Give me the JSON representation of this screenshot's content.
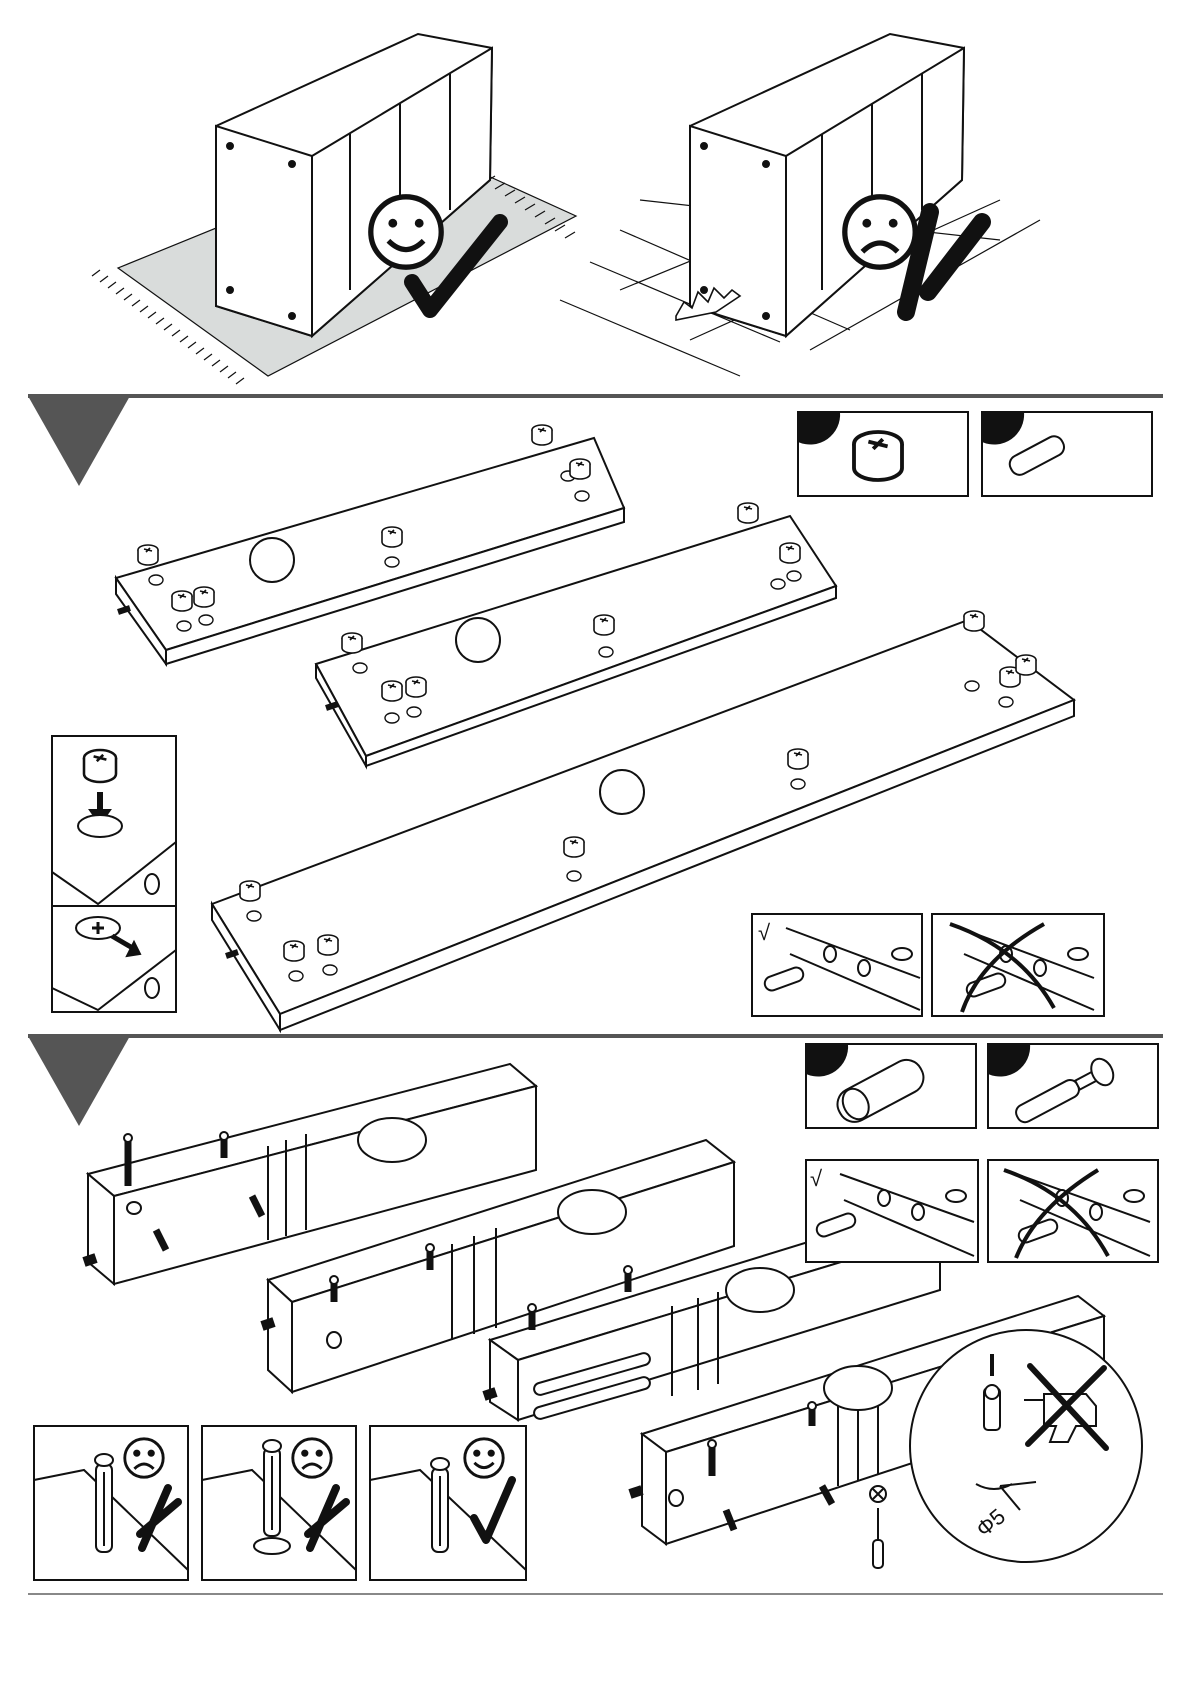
{
  "document": {
    "type": "furniture assembly instructions",
    "steps": [
      {
        "number": "",
        "parts": [
          "cam-lock",
          "dowel"
        ],
        "check_labels": [
          "√",
          ""
        ]
      },
      {
        "number": "",
        "parts": [
          "dowel",
          "cam-bolt"
        ],
        "check_labels": [
          "√",
          ""
        ]
      }
    ],
    "markings": {
      "drill_diameter": "Φ5"
    },
    "colors": {
      "ink": "#111111",
      "rug": "#d9dcdb",
      "step_marker": "#555555"
    }
  }
}
